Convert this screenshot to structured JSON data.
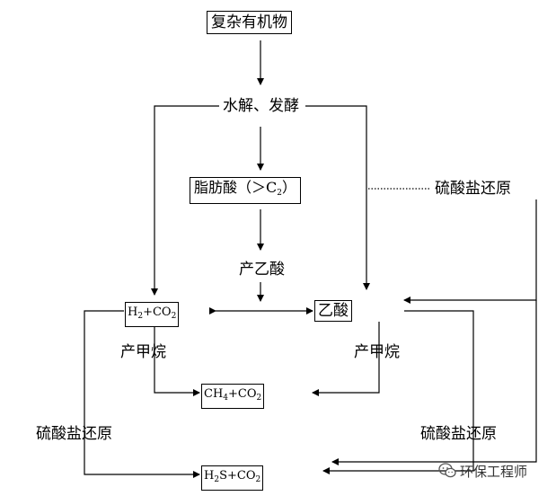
{
  "nodes": {
    "complex_organics": "复杂有机物",
    "hydrolysis": "水解、发酵",
    "fatty_acid": "脂肪酸（＞C",
    "fatty_acid_sub": "2",
    "fatty_acid_close": "）",
    "acetogenesis": "产乙酸",
    "acetic_acid": "乙酸",
    "h2": "H",
    "h2_sub": "2",
    "h2_plus": "+CO",
    "h2_co2_sub": "2",
    "ch4": "CH",
    "ch4_sub": "4",
    "ch4_plus": "+CO",
    "ch4_co2_sub": "2",
    "h2s": "H",
    "h2s_sub": "2",
    "h2s_plus": "S+CO",
    "h2s_co2_sub": "2"
  },
  "labels": {
    "sulfate_reduction_top": "硫酸盐还原",
    "methanogenesis_left": "产甲烷",
    "methanogenesis_right": "产甲烷",
    "sulfate_reduction_left": "硫酸盐还原",
    "sulfate_reduction_right": "硫酸盐还原"
  },
  "watermark": {
    "icon": "wechat-icon",
    "text": "环保工程师"
  }
}
